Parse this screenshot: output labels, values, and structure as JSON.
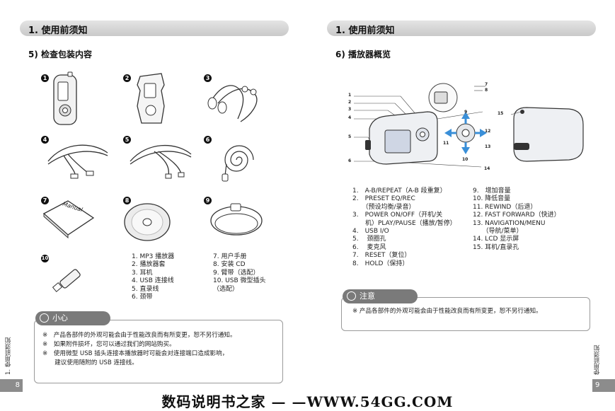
{
  "left": {
    "section_title": "1. 使用前须知",
    "subtitle": "5) 检查包装内容",
    "item_numbers": [
      "1",
      "2",
      "3",
      "4",
      "5",
      "6",
      "7",
      "8",
      "9",
      "10"
    ],
    "manual_label": "Manual",
    "contents_col1": [
      "1. MP3 播放器",
      "2. 播放器套",
      "3. 耳机",
      "4. USB 连接线",
      "5. 直录线",
      "6. 颈带"
    ],
    "contents_col2": [
      "7. 用户手册",
      "8. 安装 CD",
      "9. 臂带（选配）",
      "10. USB 微型插头",
      "（选配）"
    ],
    "note_tag": "小心",
    "notes": [
      "※　产品各部件的外观可能会由于性能改良而有所变更，恕不另行通知。",
      "※　如果附件损坏，您可以通过我们的网站购买。",
      "※　使用微型 USB 插头连接本播放器时可能会对连接端口造成影响，",
      "　　建议使用随附的 USB 连接线。"
    ],
    "side_label": "1. 使用前须知",
    "page_number": "8"
  },
  "right": {
    "section_title": "1. 使用前须知",
    "subtitle": "6) 播放器概览",
    "callouts": [
      "1",
      "2",
      "3",
      "4",
      "5",
      "6",
      "7",
      "8",
      "9",
      "10",
      "11",
      "12",
      "13",
      "14",
      "15"
    ],
    "parts_col1": [
      "1.　A-B/REPEAT（A-B 段重复）",
      "2.　PRESET EQ/REC",
      "　　（预设均衡/录音）",
      "3.　POWER ON/OFF（开机/关",
      "　　机）PLAY/PAUSE（播放/暂停）",
      "4.　USB I/O",
      "5.　 颈圈孔",
      "6.　 麦克风",
      "7.　RESET（复位）",
      "8.　HOLD（保持）"
    ],
    "parts_col2": [
      "9.　增加音量",
      "10. 降低音量",
      "11. REWIND（后退）",
      "12. FAST FORWARD（快进）",
      "13. NAVIGATION/MENU",
      "　　（导航/菜单）",
      "14. LCD 显示屏",
      "15. 耳机/直录孔"
    ],
    "note_tag": "注意",
    "note": "※ 产品各部件的外观可能会由于性能改良而有所变更，恕不另行通知。",
    "side_label": "使用前须知",
    "page_number": "9"
  },
  "footer_text": "数码说明书之家 — —WWW.54GG.COM"
}
